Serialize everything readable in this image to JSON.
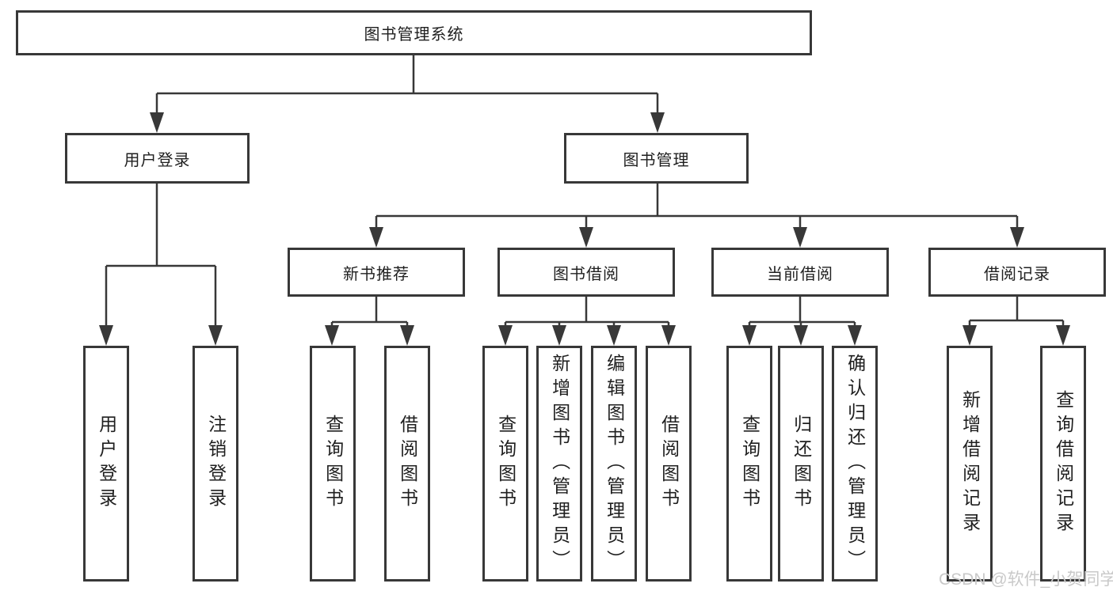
{
  "diagram": {
    "root": {
      "label": "图书管理系统"
    },
    "level2": {
      "user_login": {
        "label": "用户登录"
      },
      "book_management": {
        "label": "图书管理"
      }
    },
    "level3": {
      "new_book_recommend": {
        "label": "新书推荐"
      },
      "book_borrow": {
        "label": "图书借阅"
      },
      "current_borrow": {
        "label": "当前借阅"
      },
      "borrow_records": {
        "label": "借阅记录"
      }
    },
    "leaves": {
      "user_login": [
        "用户登录",
        "注销登录"
      ],
      "new_book_recommend": [
        "查询图书",
        "借阅图书"
      ],
      "book_borrow": [
        "查询图书",
        "新增图书（管理员）",
        "编辑图书（管理员）",
        "借阅图书"
      ],
      "current_borrow": [
        "查询图书",
        "归还图书",
        "确认归还（管理员）"
      ],
      "borrow_records": [
        "新增借阅记录",
        "查询借阅记录"
      ]
    }
  },
  "watermark": {
    "text": "CSDN @软件_小贺同学"
  },
  "colors": {
    "line": "#383838",
    "box_border": "#383838",
    "text": "#1f1f1f",
    "background": "#ffffff",
    "watermark": "#c9c9c9"
  }
}
